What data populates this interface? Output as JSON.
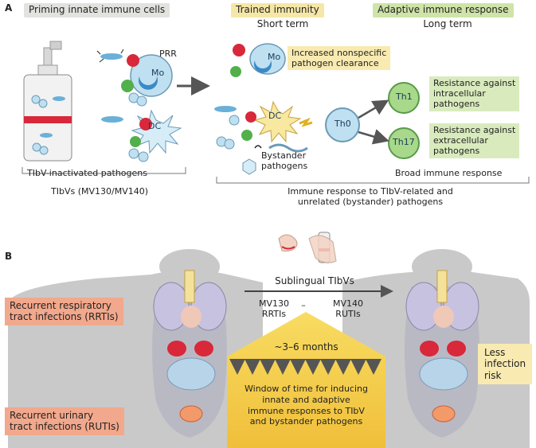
{
  "panel_a": {
    "label": "A",
    "headers": {
      "priming": "Priming innate immune cells",
      "trained": "Trained immunity",
      "adaptive": "Adaptive immune response"
    },
    "subheaders": {
      "short": "Short term",
      "long": "Long term"
    },
    "cells": {
      "prr": "PRR",
      "mo1": "Mo",
      "dc1": "DC",
      "mo2": "Mo",
      "dc2": "DC",
      "th0": "Th0",
      "th1": "Th1",
      "th17": "Th17"
    },
    "boxes": {
      "clearance": [
        "Increased nonspecific",
        "pathogen clearance"
      ],
      "intracellular": [
        "Resistance against",
        "intracellular",
        "pathogens"
      ],
      "extracellular": [
        "Resistance against",
        "extracellular",
        "pathogens"
      ]
    },
    "labels": {
      "bystander": [
        "Bystander",
        "pathogens"
      ],
      "tlbv_inactivated": "TIbV-inactivated pathogens",
      "tlbvs": "TIbVs (MV130/MV140)",
      "broad": "Broad immune response",
      "response": [
        "Immune response to TIbV-related and",
        "unrelated (bystander) pathogens"
      ]
    }
  },
  "panel_b": {
    "label": "B",
    "rrti_box": [
      "Recurrent respiratory",
      "tract infections (RRTIs)"
    ],
    "ruti_box": [
      "Recurrent urinary",
      "tract infections (RUTIs)"
    ],
    "route": "Sublingual TIbVs",
    "mv130": [
      "MV130",
      "RRTIs"
    ],
    "mv140": [
      "MV140",
      "RUTIs"
    ],
    "dash": "–",
    "duration": "~3–6 months",
    "window": [
      "Window of time for inducing",
      "innate and adaptive",
      "immune responses to TIbV",
      "and bystander pathogens"
    ],
    "less": [
      "Less",
      "infection",
      "risk"
    ]
  },
  "colors": {
    "grey_header": "#e2e2de",
    "yellow_header": "#f6e7a8",
    "green_header": "#cfe4a8",
    "green_box": "#d9ebbd",
    "yellow_box": "#f8eab0",
    "salmon_box": "#f2a88c",
    "cell_blue": "#bfe0f0",
    "cell_green": "#a8d88a",
    "pathogen_red": "#d8283a",
    "silhouette": "#c9c9c9",
    "window_yellow": "#f5cf4c"
  }
}
